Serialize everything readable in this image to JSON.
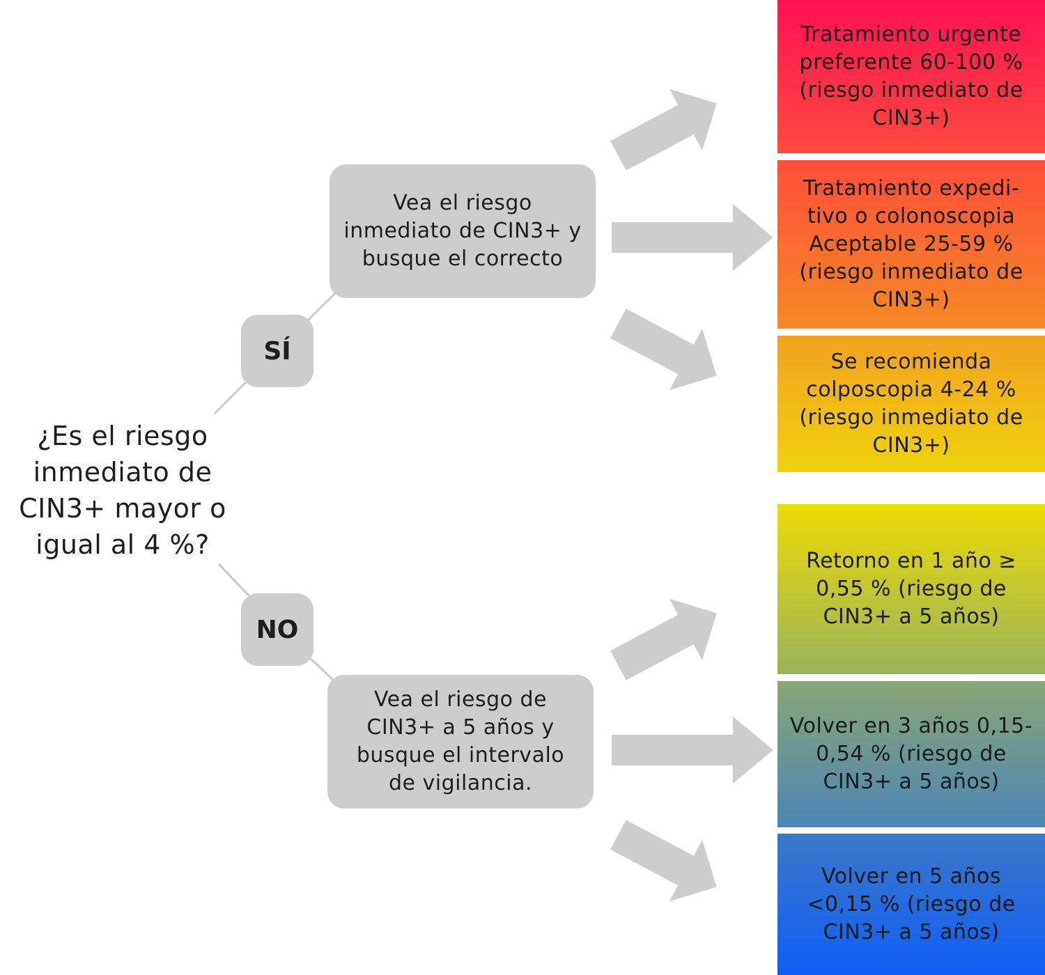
{
  "question": "¿Es el riesgo inmediato de CIN3+ mayor o igual al 4 %?",
  "yes_label": "SÍ",
  "no_label": "NO",
  "yes_box": "Vea el riesgo inmediato de CIN3+ y busque el correcto",
  "no_box": "Vea el riesgo de CIN3+ a 5 años y busque el intervalo de vigilancia.",
  "outcomes_immediate": [
    "Tratamiento urgente preferente 60-100 % (riesgo inmediato de CIN3+)",
    "Tratamiento expedi- tivo o colonoscopia Aceptable 25-59 % (riesgo inmediato de CIN3+)",
    "Se recomienda colposcopia 4-24 % (riesgo inmediato de CIN3+)"
  ],
  "outcomes_5yr": [
    "Retorno en 1 año ≥ 0,55 % (riesgo de CIN3+ a 5 años)",
    "Volver en 3 años 0,15-0,54 % (riesgo de CIN3+ a 5 años)",
    "Volver en 5 años <0,15 % (riesgo de CIN3+ a 5 años)"
  ],
  "colors": {
    "box_gray": "#cdcdcd",
    "arrow_gray": "#cdcdcd",
    "line_gray": "#c8c8c8",
    "red_top": "#ff1155",
    "red_bottom": "#ff4a3d",
    "orange_top": "#ff4d3a",
    "orange_bottom": "#f58a25",
    "amber_top": "#f3a21f",
    "amber_bottom": "#f0d20c",
    "yellow_top": "#ecdc05",
    "yellow_bottom": "#9ab35a",
    "teal_top": "#8aa676",
    "teal_bottom": "#4c85b4",
    "blue_top": "#3a78c8",
    "blue_bottom": "#0f5ef5"
  }
}
